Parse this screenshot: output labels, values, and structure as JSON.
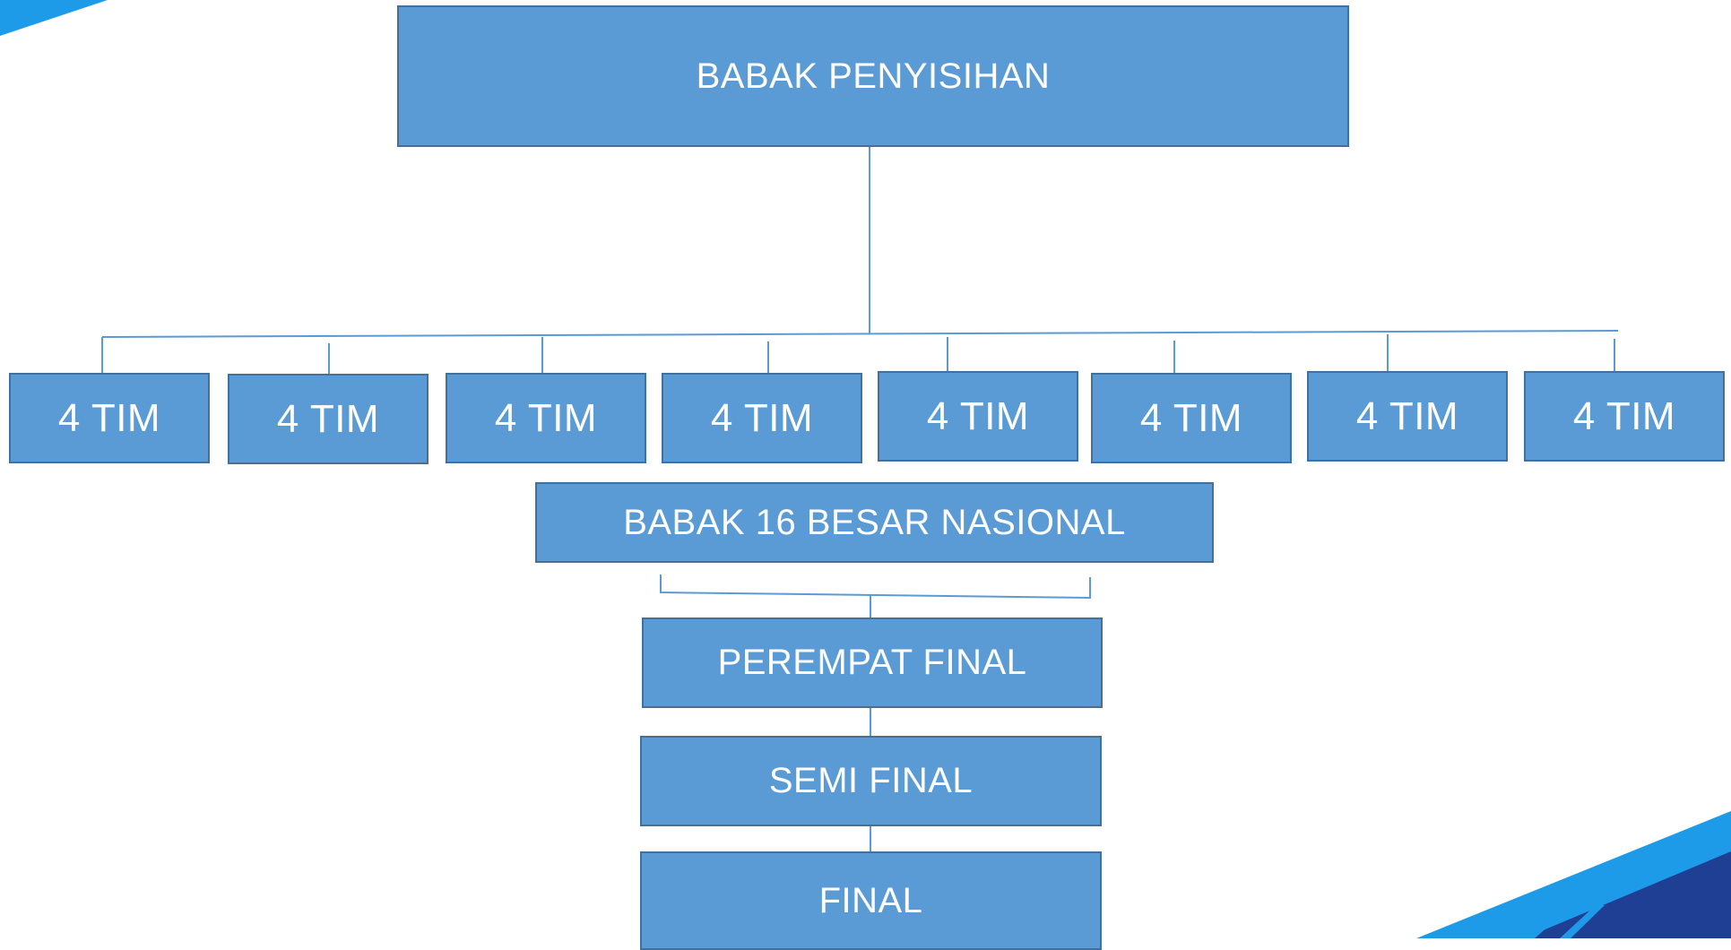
{
  "diagram": {
    "root": {
      "label": "BABAK PENYISIHAN"
    },
    "groups": [
      {
        "label": "4 TIM"
      },
      {
        "label": "4 TIM"
      },
      {
        "label": "4 TIM"
      },
      {
        "label": "4 TIM"
      },
      {
        "label": "4 TIM"
      },
      {
        "label": "4 TIM"
      },
      {
        "label": "4 TIM"
      },
      {
        "label": "4 TIM"
      }
    ],
    "round_of_16": {
      "label": "BABAK 16 BESAR NASIONAL"
    },
    "quarter_final": {
      "label": "PEREMPAT FINAL"
    },
    "semi_final": {
      "label": "SEMI FINAL"
    },
    "final": {
      "label": "FINAL"
    }
  },
  "colors": {
    "box_fill": "#5b9bd5",
    "box_border": "#41719c",
    "connector": "#5b9bd5",
    "text": "#ffffff",
    "decor_light": "#1e9be8",
    "decor_dark": "#1f3f94"
  }
}
